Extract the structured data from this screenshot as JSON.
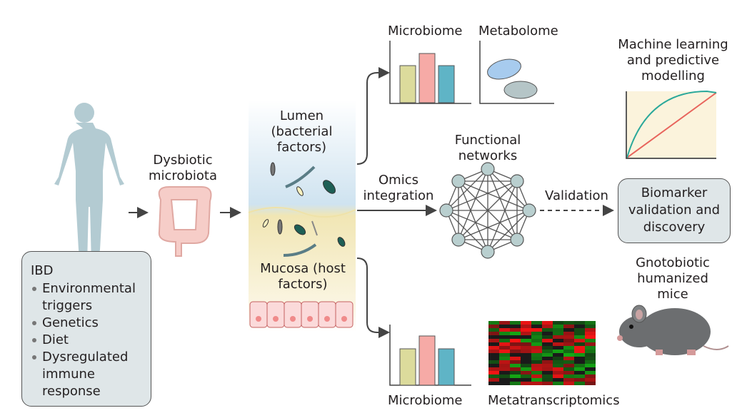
{
  "ibd": {
    "title": "IBD",
    "items": [
      "Environmental triggers",
      "Genetics",
      "Diet",
      "Dysregulated immune response"
    ]
  },
  "dysbiotic": "Dysbiotic microbiota",
  "lumen": "Lumen (bacterial factors)",
  "mucosa": "Mucosa (host factors)",
  "omics": "Omics integration",
  "functional": "Functional networks",
  "validation": "Validation",
  "biomarker": "Biomarker validation and discovery",
  "ml": "Machine learning and predictive modelling",
  "mice": "Gnotobiotic humanized mice",
  "top_microbiome": "Microbiome",
  "metabolome": "Metabolome",
  "bottom_microbiome": "Microbiome",
  "metatranscriptomics": "Metatranscriptomics",
  "colors": {
    "bar1": "#dcdb9c",
    "bar2": "#f6aaa6",
    "bar3": "#5fb4c6",
    "teal": "#2aa89a",
    "red": "#e8645c"
  }
}
